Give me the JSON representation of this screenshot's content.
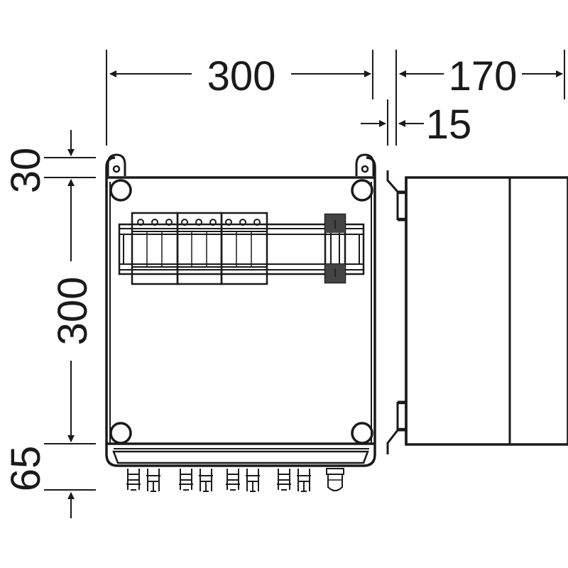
{
  "dimensions": {
    "top_width": "300",
    "side_depth": "170",
    "side_gap": "15",
    "left_top_margin": "30",
    "left_height": "300",
    "left_bottom_margin": "65"
  },
  "colors": {
    "line": "#1a1a1a",
    "background": "#ffffff"
  }
}
